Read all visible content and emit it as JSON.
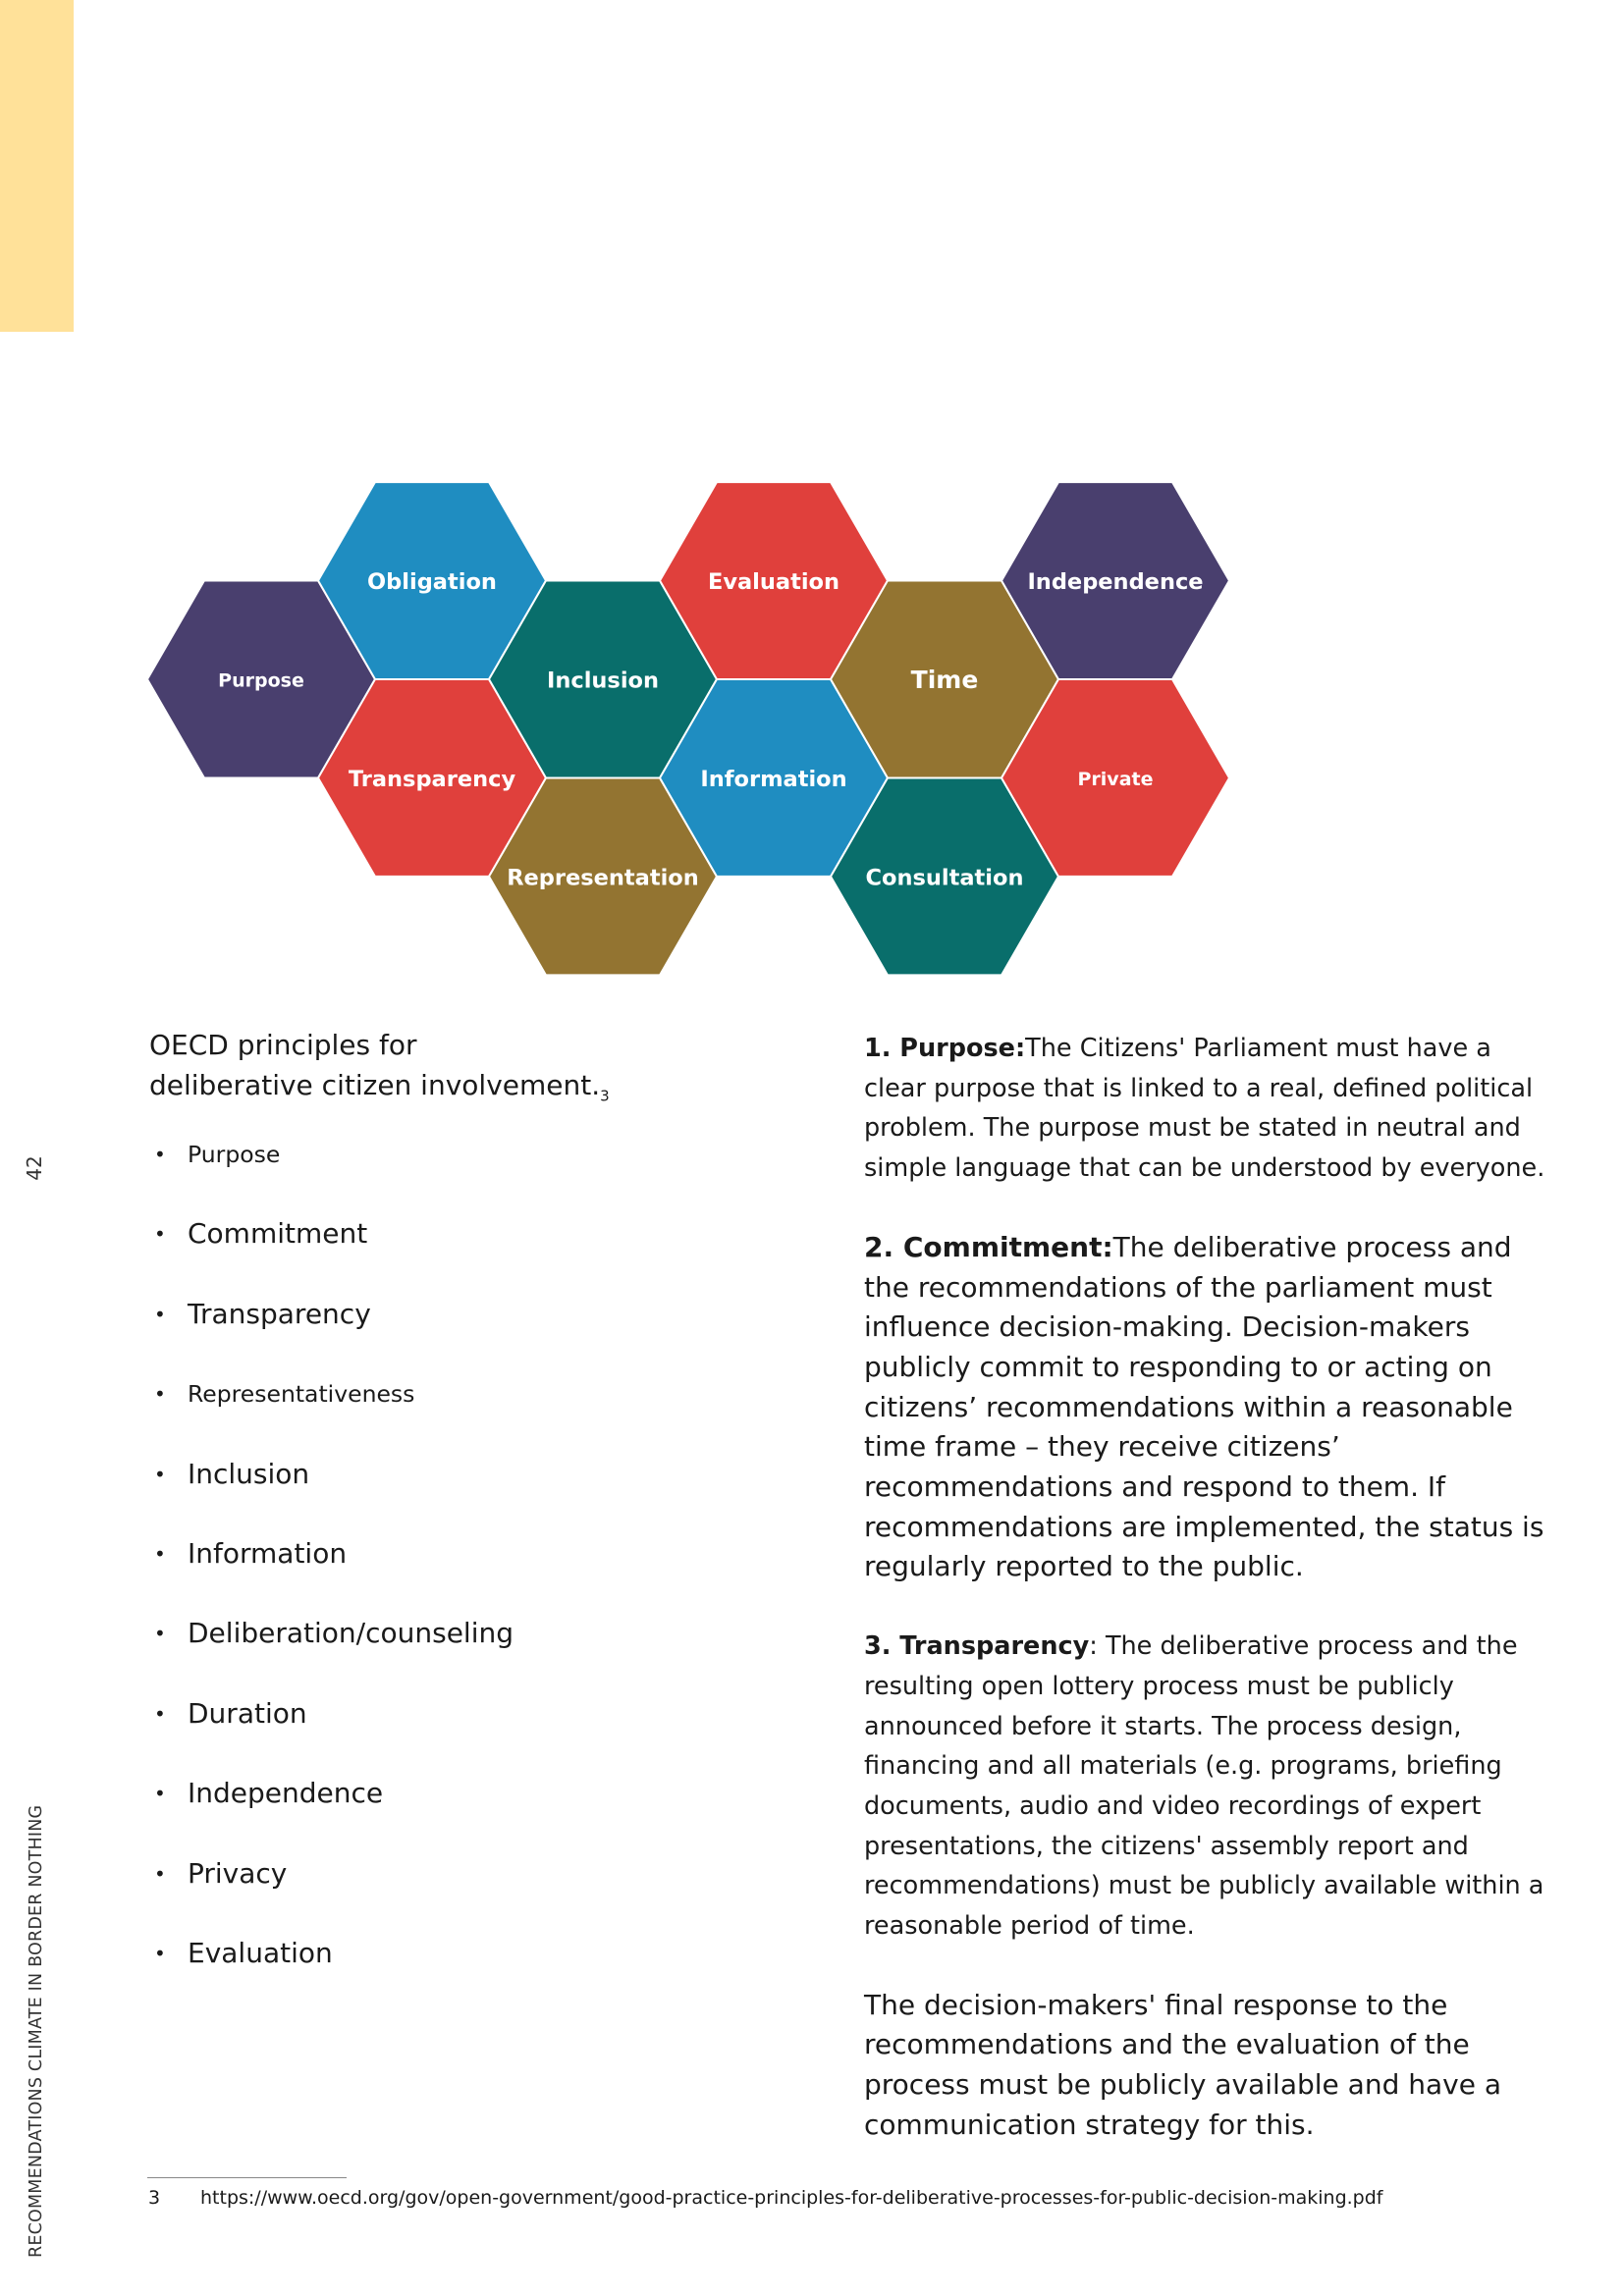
{
  "page": {
    "number": "42",
    "side_title": "RECOMMENDATIONS CLIMATE IN BORDER NOTHING"
  },
  "hexagons": [
    {
      "label": "Purpose",
      "color": "#493f6e",
      "size": "small"
    },
    {
      "label": "Obligation",
      "color": "#1f8dc1",
      "size": "normal"
    },
    {
      "label": "Transparency",
      "color": "#e0403c",
      "size": "normal"
    },
    {
      "label": "Inclusion",
      "color": "#096e6b",
      "size": "normal"
    },
    {
      "label": "Representation",
      "color": "#937431",
      "size": "normal"
    },
    {
      "label": "Evaluation",
      "color": "#e0403c",
      "size": "normal"
    },
    {
      "label": "Information",
      "color": "#1f8dc1",
      "size": "normal"
    },
    {
      "label": "Time",
      "color": "#937431",
      "size": "large"
    },
    {
      "label": "Consultation",
      "color": "#096e6b",
      "size": "normal"
    },
    {
      "label": "Independence",
      "color": "#493f6e",
      "size": "normal"
    },
    {
      "label": "Private",
      "color": "#e0403c",
      "size": "small"
    }
  ],
  "intro": {
    "line1": "OECD principles for",
    "line2": "deliberative citizen involvement.",
    "ref": "3"
  },
  "principles": [
    "Purpose",
    "Commitment",
    "Transparency",
    "Representativeness",
    "Inclusion",
    "Information",
    "Deliberation/counseling",
    "Duration",
    "Independence",
    "Privacy",
    "Evaluation"
  ],
  "paragraphs": {
    "purpose_title": "1. Purpose:",
    "purpose_body": "The Citizens' Parliament must have a clear purpose that is linked to a real, defined political problem. The purpose must be stated in neutral and simple language that can be understood by everyone.",
    "commitment_title": "2. Commitment:",
    "commitment_body": "The deliberative process and the recommendations of the parliament must influence decision-making. Decision-makers publicly commit to responding to or acting on citizens’ recommendations within a reasonable time frame – they receive citizens’ recommendations and respond to them. If recommendations are implemented, the status is regularly reported to the public.",
    "transparency_title": "3. Transparency",
    "transparency_body": ": The deliberative process and the resulting open lottery process must be publicly announced before it starts. The process design, financing and all materials (e.g. programs, briefing documents, audio and video recordings of expert presentations, the citizens' assembly report and recommendations) must be publicly available within a reasonable period of time.",
    "final_body": "The decision-makers' final response to the recommendations and the evaluation of the process must be publicly available and have a communication strategy for this."
  },
  "footnote": {
    "number": "3",
    "url": "https://www.oecd.org/gov/open-government/good-practice-principles-for-deliberative-processes-for-public-decision-making.pdf"
  }
}
